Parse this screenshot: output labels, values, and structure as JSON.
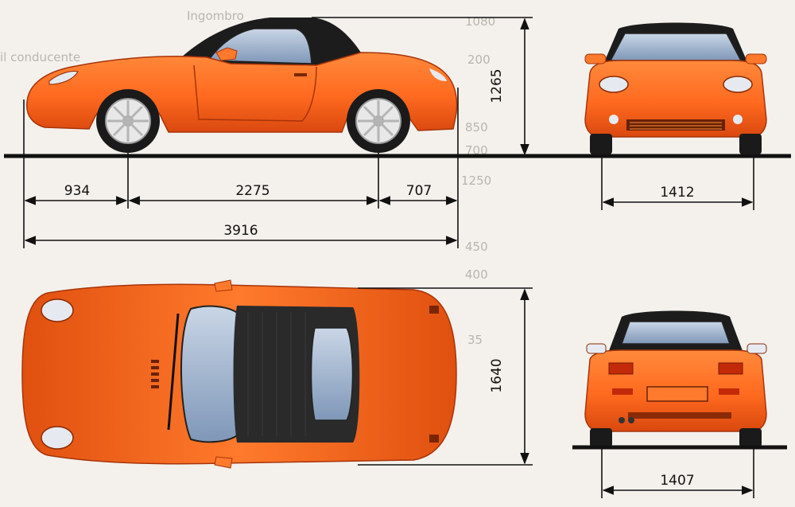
{
  "dimensions": {
    "front_overhang": "934",
    "wheelbase": "2275",
    "rear_overhang": "707",
    "overall_length": "3916",
    "height": "1265",
    "front_track": "1412",
    "width": "1640",
    "rear_track": "1407"
  },
  "background_text": {
    "top_heading": "Ingombro",
    "line1": "il conducente",
    "right_numbers": [
      "1080",
      "200",
      "850",
      "700",
      "1250",
      "450",
      "400",
      "35"
    ]
  },
  "colors": {
    "car_body": "#ff6a1f",
    "car_body_shade": "#e24a0c",
    "soft_top": "#1c1c1c",
    "glass": "#9fb4cf",
    "tire": "#1a1a1a",
    "rim": "#e8e8e8",
    "line": "#111111"
  }
}
